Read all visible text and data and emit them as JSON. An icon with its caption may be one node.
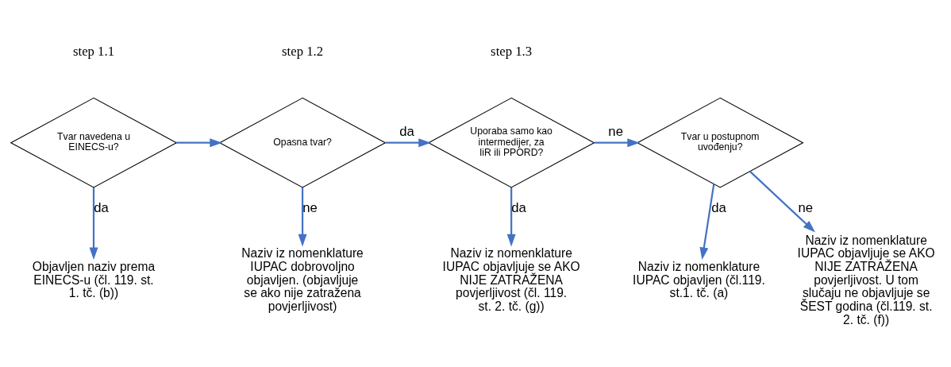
{
  "diagram": {
    "nodes": [
      {
        "text": [
          "Tvar navedena u EINECS-u?"
        ]
      },
      {
        "text": [
          "Opasna tvar?"
        ]
      },
      {
        "text": [
          "Uporaba samo kao intermedijer, za IiR ili PPORD?"
        ]
      },
      {
        "text": [
          "Tvar u postupnom uvođenju?"
        ]
      },
      {
        "text": [
          "Objavljen naziv prema EINECS-u (čl. 119. st. 1. tč. (b))"
        ]
      },
      {
        "text": [
          "Naziv iz nomenklature IUPAC dobrovoljno objavljen. (objavljuje se ako nije zatražena povjerljivost)"
        ]
      },
      {
        "text": [
          "Naziv iz nomenklature IUPAC objavljuje se AKO NIJE ZATRAŽENA povjerljivost (čl. 119. st. 2. tč. (g))"
        ]
      },
      {
        "text": [
          "Naziv iz nomenklature IUPAC objavljen (čl.119. st.1. tč. (a)"
        ]
      },
      {
        "text": [
          "Naziv iz nomenklature IUPAC objavljuje se AKO NIJE ZATRAŽENA povjerljivost. U tom slučaju ne objavljuje se ŠEST godina (čl.119. st. 2. tč. (f))"
        ]
      }
    ],
    "edges": [
      {
        "from": 0,
        "to": 4,
        "arrow": "to",
        "label": "da"
      },
      {
        "from": 0,
        "to": 1,
        "arrow": "to"
      },
      {
        "from": 1,
        "to": 5,
        "arrow": "to",
        "label": "ne"
      },
      {
        "from": 1,
        "to": 2,
        "arrow": "to",
        "label": "da"
      },
      {
        "from": 2,
        "to": 6,
        "arrow": "to",
        "label": "da"
      },
      {
        "from": 2,
        "to": 3,
        "arrow": "to",
        "label": "ne"
      },
      {
        "from": 3,
        "to": 7,
        "arrow": "to",
        "label": "da"
      },
      {
        "from": 3,
        "to": 8,
        "arrow": "to",
        "label": "ne"
      }
    ],
    "labels": [
      "step 1.1",
      "step 1.2",
      "step 1.3"
    ]
  }
}
